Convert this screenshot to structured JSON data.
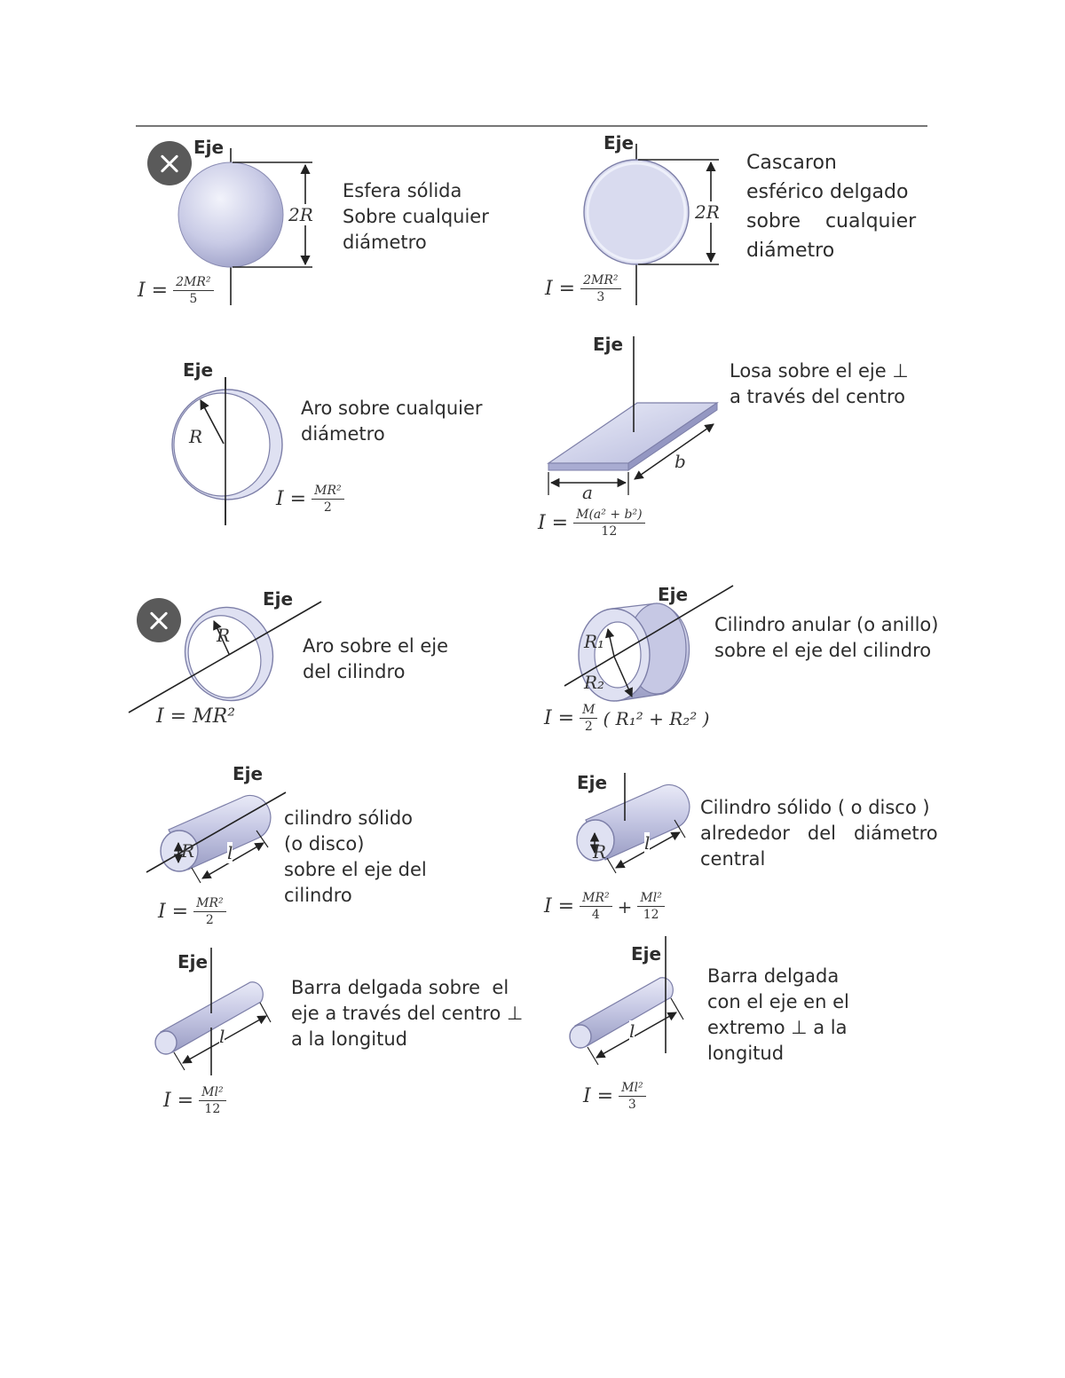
{
  "close_icon": "close-icon",
  "axis_word": "Eje",
  "colors": {
    "solid_fill": "#c9cbe6",
    "solid_edge": "#7d7fa8",
    "line": "#222222",
    "close_bg": "#5a5a5a"
  },
  "panels": {
    "solid_sphere": {
      "lines": [
        "Esfera sólida",
        "Sobre cualquier",
        "diámetro"
      ],
      "dim": "2R",
      "formula": {
        "lhs": "I =",
        "num": "2MR²",
        "den": "5"
      }
    },
    "thin_shell": {
      "lines": [
        "Cascaron",
        "esférico delgado",
        "sobre    cualquier",
        "diámetro"
      ],
      "dim": "2R",
      "formula": {
        "lhs": "I =",
        "num": "2MR²",
        "den": "3"
      }
    },
    "hoop_diameter": {
      "lines": [
        "Aro sobre cualquier",
        "diámetro"
      ],
      "dim": "R",
      "formula": {
        "lhs": "I =",
        "num": "MR²",
        "den": "2"
      }
    },
    "slab": {
      "lines": [
        "Losa sobre el eje ⊥",
        "a través del centro"
      ],
      "dim_a": "a",
      "dim_b": "b",
      "formula": {
        "lhs": "I =",
        "num": "M(a² + b²)",
        "den": "12"
      }
    },
    "hoop_axis": {
      "lines": [
        "Aro sobre el eje",
        "del cilindro"
      ],
      "dim": "R",
      "formula": {
        "lhs": "I = MR²"
      }
    },
    "annular_cylinder": {
      "lines": [
        "Cilindro anular (o anillo)",
        "sobre el eje del cilindro"
      ],
      "dim_r1": "R₁",
      "dim_r2": "R₂",
      "formula": {
        "lhs": "I =",
        "num": "M",
        "den": "2",
        "extra": "( R₁² + R₂² )"
      }
    },
    "solid_cylinder_axis": {
      "lines": [
        "cilindro sólido",
        "(o disco)",
        "sobre el eje del",
        "cilindro"
      ],
      "dim_r": "R",
      "dim_l": "l",
      "formula": {
        "lhs": "I =",
        "num": "MR²",
        "den": "2"
      }
    },
    "solid_cylinder_diameter": {
      "lines": [
        "Cilindro sólido ( o disco )",
        "alrededor   del   diámetro",
        "central"
      ],
      "dim_r": "R",
      "dim_l": "l",
      "formula": {
        "lhs": "I =",
        "num": "MR²",
        "den": "4",
        "plus": "+",
        "num2": "Ml²",
        "den2": "12"
      }
    },
    "rod_center": {
      "lines": [
        "Barra delgada sobre  el",
        "eje a través del centro ⊥",
        "a la longitud"
      ],
      "dim_l": "l",
      "formula": {
        "lhs": "I =",
        "num": "Ml²",
        "den": "12"
      }
    },
    "rod_end": {
      "lines": [
        "Barra delgada",
        "con el eje en el",
        "extremo ⊥ a la",
        "longitud"
      ],
      "dim_l": "l",
      "formula": {
        "lhs": "I =",
        "num": "Ml²",
        "den": "3"
      }
    }
  }
}
